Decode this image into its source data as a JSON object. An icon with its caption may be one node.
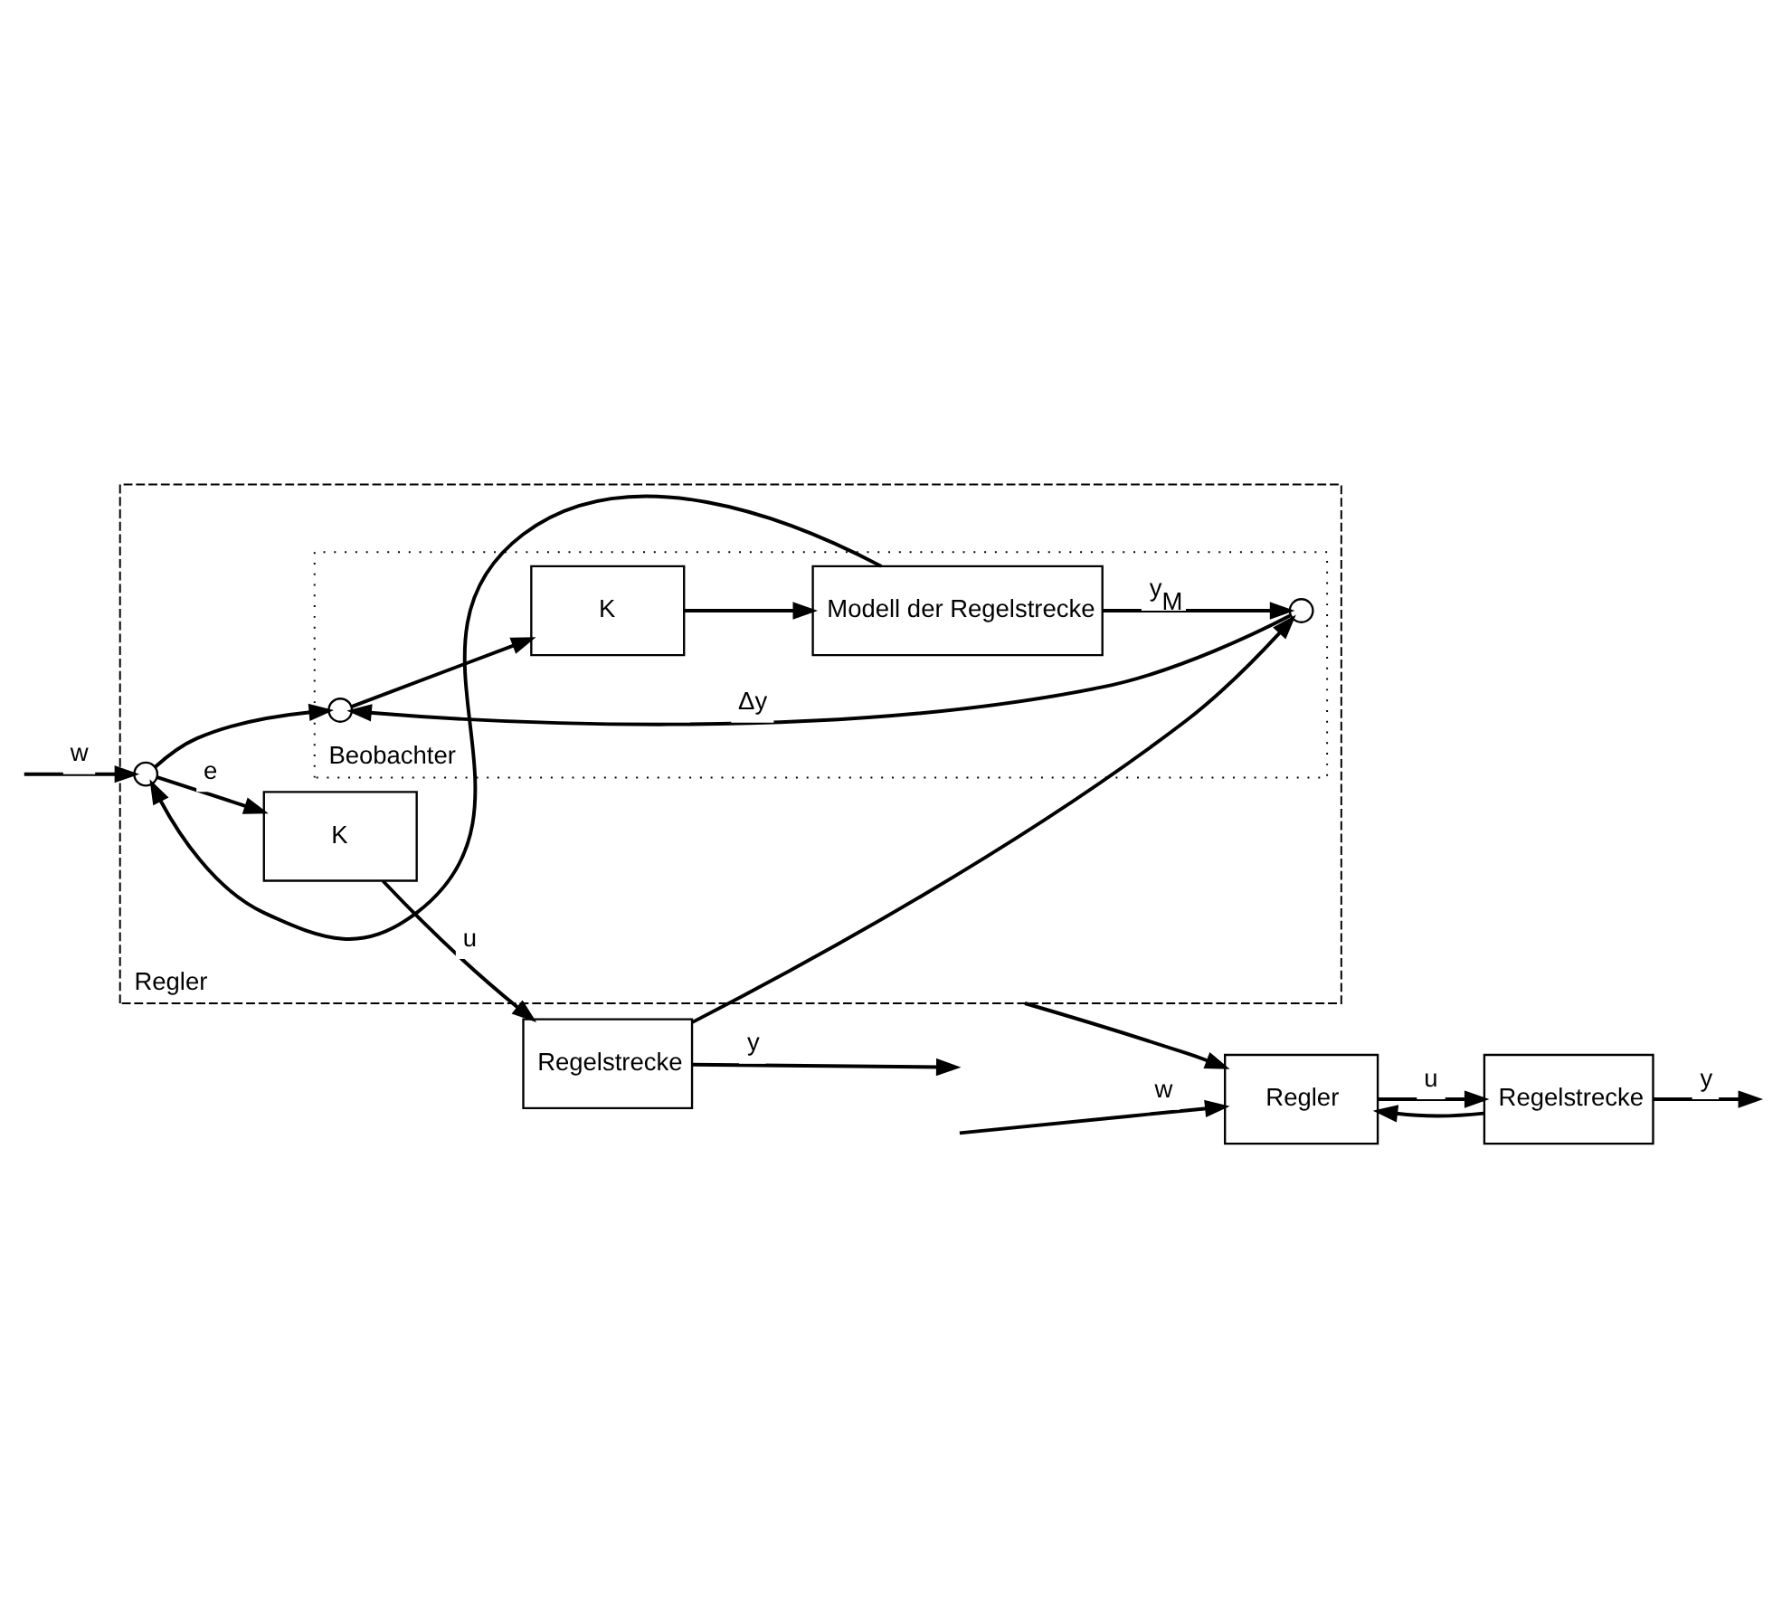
{
  "diagram": {
    "nodes": [
      {
        "text": [
          "Regler"
        ]
      },
      {
        "text": [
          "Beobachter"
        ],
        "in": 0
      },
      {
        "text": [],
        "shape": "circle",
        "in": 0
      },
      {
        "text": [
          "K"
        ],
        "in": 0
      },
      {
        "text": [
          "Regelstrecke"
        ]
      },
      {
        "text": [],
        "shape": "circle",
        "in": 1
      },
      {
        "text": [],
        "shape": "circle",
        "in": 1
      },
      {
        "text": [
          "K"
        ],
        "in": 1
      },
      {
        "text": [
          "Modell der Regelstrecke"
        ],
        "in": 1
      },
      {
        "text": [
          "Regler"
        ]
      },
      {
        "text": [
          "Regelstrecke"
        ]
      }
    ],
    "edges": [
      {
        "from": null,
        "to": 2,
        "arrow": "to",
        "label": "w"
      },
      {
        "from": 2,
        "to": 3,
        "arrow": "to",
        "label": "e"
      },
      {
        "from": 3,
        "to": 4,
        "arrow": "to",
        "label": "u"
      },
      {
        "from": 4,
        "to": null,
        "arrow": "to",
        "label": "y"
      },
      {
        "from": 4,
        "to": 5,
        "arrow": "to"
      },
      {
        "from": 2,
        "to": 6,
        "arrow": "to"
      },
      {
        "from": 5,
        "to": 6,
        "arrow": "to",
        "label": "Δy"
      },
      {
        "from": 6,
        "to": 7,
        "arrow": "to"
      },
      {
        "from": 7,
        "to": 8,
        "arrow": "to"
      },
      {
        "from": 8,
        "to": 5,
        "arrow": "to",
        "label": "y$_{M}$"
      },
      {
        "from": 8,
        "to": 2,
        "arrow": "to"
      },
      {
        "from": 0,
        "to": 9,
        "arrow": "to"
      },
      {
        "from": null,
        "to": 9,
        "arrow": "to",
        "label": "w"
      },
      {
        "from": 9,
        "to": 10,
        "arrow": "to",
        "label": "u"
      },
      {
        "from": 10,
        "to": null,
        "arrow": "to",
        "label": "y"
      },
      {
        "from": 10,
        "to": 9,
        "arrow": "to"
      }
    ]
  }
}
